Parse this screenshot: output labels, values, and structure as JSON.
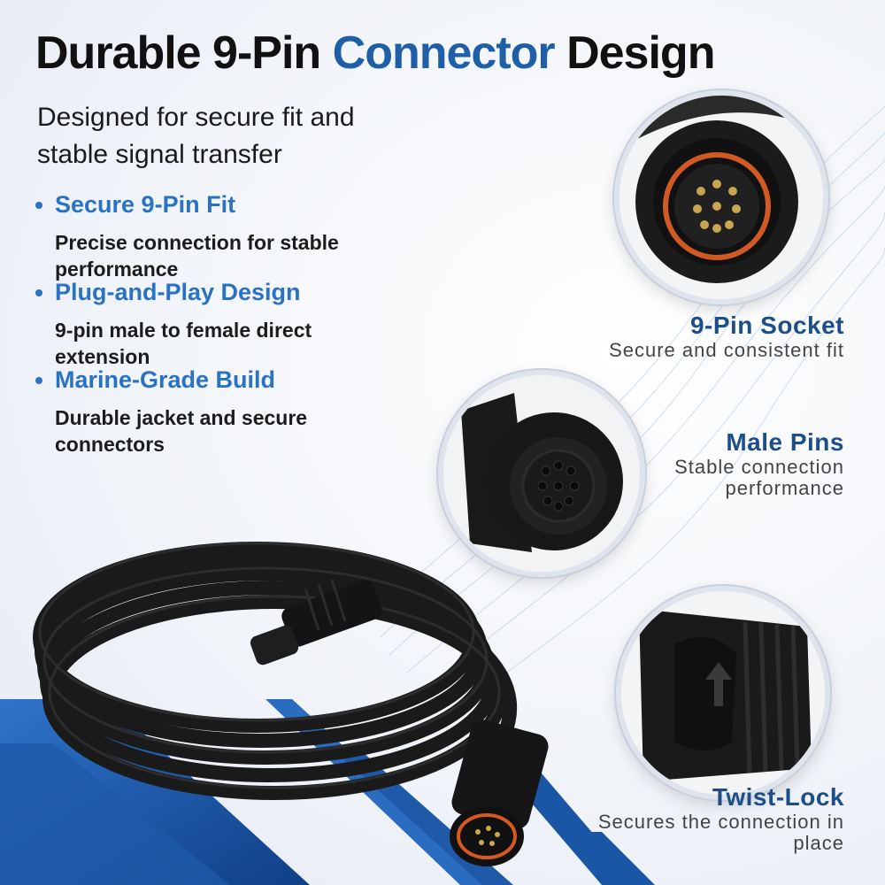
{
  "headline": {
    "part1": "Durable 9-Pin ",
    "accent": "Connector",
    "part2": " Design"
  },
  "subtitle": "Designed for secure fit and stable signal transfer",
  "features": [
    {
      "title": "Secure 9-Pin Fit",
      "desc": "Precise connection for stable performance"
    },
    {
      "title": "Plug-and-Play Design",
      "desc": "9-pin male to female direct extension"
    },
    {
      "title": "Marine-Grade Build",
      "desc": "Durable jacket and secure connectors"
    }
  ],
  "callouts": [
    {
      "title": "9-Pin Socket",
      "desc": "Secure and consistent fit"
    },
    {
      "title": "Male Pins",
      "desc": "Stable connection performance"
    },
    {
      "title": "Twist-Lock",
      "desc": "Secures the connection in place"
    }
  ],
  "colors": {
    "accent": "#1f5fa8",
    "feature_blue": "#2a72c4",
    "label_blue": "#1d4f86",
    "wave_blue": "#1a56a6"
  }
}
